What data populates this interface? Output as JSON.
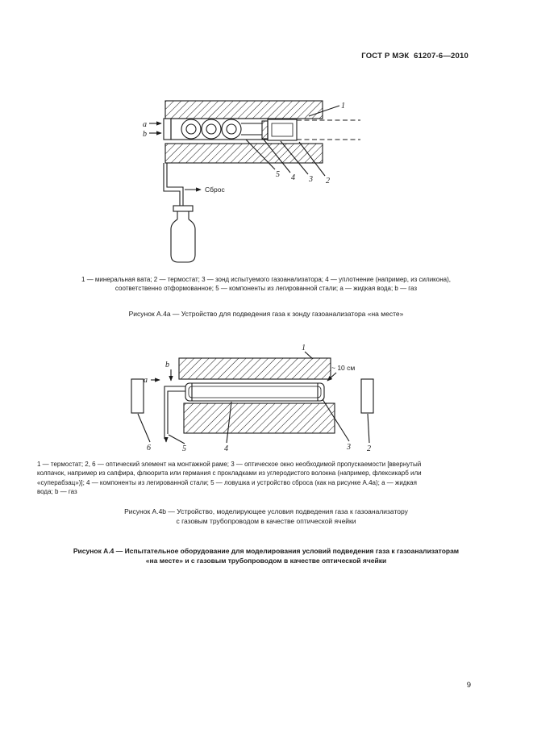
{
  "header": {
    "title": "ГОСТ Р МЭК  61207-6—2010"
  },
  "fig_a": {
    "callouts": {
      "n1": "1",
      "n2": "2",
      "n3": "3",
      "n4": "4",
      "n5": "5",
      "a": "a",
      "b": "b"
    },
    "drain_label": "Сброс",
    "legend_line1": "1 — минеральная вата; 2 — термостат; 3 — зонд испытуемого газоанализатора; 4 — уплотнение (например, из силикона),",
    "legend_line2": "соответственно отформованное; 5 — компоненты из легированной стали; а — жидкая вода; b — газ",
    "caption": "Рисунок А.4а — Устройство для подведения газа к зонду газоанализатора «на месте»"
  },
  "fig_b": {
    "callouts": {
      "n1": "1",
      "n2": "2",
      "n3": "3",
      "n4": "4",
      "n5": "5",
      "n6": "6",
      "a": "а",
      "b": "b"
    },
    "dim_label": "~ 10 см",
    "legend_line1": "1 — термостат; 2, 6 — оптический элемент на монтажной раме; 3 — оптическое окно необходимой пропускаемости [ввернутый",
    "legend_line2": "колпачок, например из сапфира, флюорита или германия с прокладками из углеродистого волокна (например, флексикарб или",
    "legend_line3": "«суперабзац»)]; 4 — компоненты из легированной стали; 5 — ловушка и устройство сброса (как на рисунке А.4а); а — жидкая",
    "legend_line4": "вода; b — газ",
    "caption_line1": "Рисунок А.4b — Устройство, моделирующее условия подведения газа к газоанализатору",
    "caption_line2": "с газовым трубопроводом в качестве оптической ячейки"
  },
  "footer": {
    "caption_line1": "Рисунок А.4 — Испытательное оборудование для моделирования условий подведения газа к газоанализаторам",
    "caption_line2": "«на месте» и с газовым трубопроводом в качестве оптической ячейки",
    "page_number": "9"
  }
}
